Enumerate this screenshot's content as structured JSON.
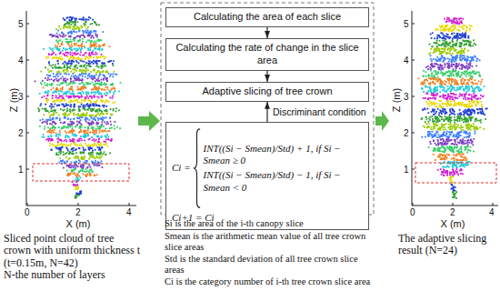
{
  "diagram": {
    "nodes": [
      {
        "text": [
          "Calculating the area of each slice"
        ]
      },
      {
        "text": [
          "Calculating the rate of change in the slice area"
        ]
      },
      {
        "text": [
          "Adaptive slicing of tree crown"
        ]
      },
      {
        "text": [
          "Ci =",
          "INT((Si − Smean)/Std) + 1, if Si − Smean ≥ 0",
          "INT((Si − Smean)/Std) − 1, if Si − Smean < 0",
          "Ci+1 = Ci"
        ]
      }
    ],
    "edges": [
      {
        "from": 0,
        "to": 1,
        "arrow": "to"
      },
      {
        "from": 1,
        "to": 2,
        "arrow": "to"
      },
      {
        "from": 3,
        "to": 2,
        "arrow": "to",
        "label": "Discriminant condition"
      }
    ],
    "labels": [
      "Z (m)",
      "1",
      "2",
      "3",
      "4",
      "5",
      "0",
      "2",
      "4",
      "X (m)",
      "Sliced point cloud of tree crown with uniform thickness t (t=0.15m, N=42)",
      "N-the number of layers",
      "Si is the area of the i-th canopy slice",
      "Smean is the arithmetic mean value of all tree crown slice areas",
      "Std is the standard deviation of all tree crown slice areas",
      "Ci is the category number of i-th tree crown slice area",
      "Z (m)",
      "1",
      "2",
      "3",
      "4",
      "5",
      "0",
      "2",
      "4",
      "X (m)",
      "The adaptive slicing result (N=24)"
    ]
  }
}
